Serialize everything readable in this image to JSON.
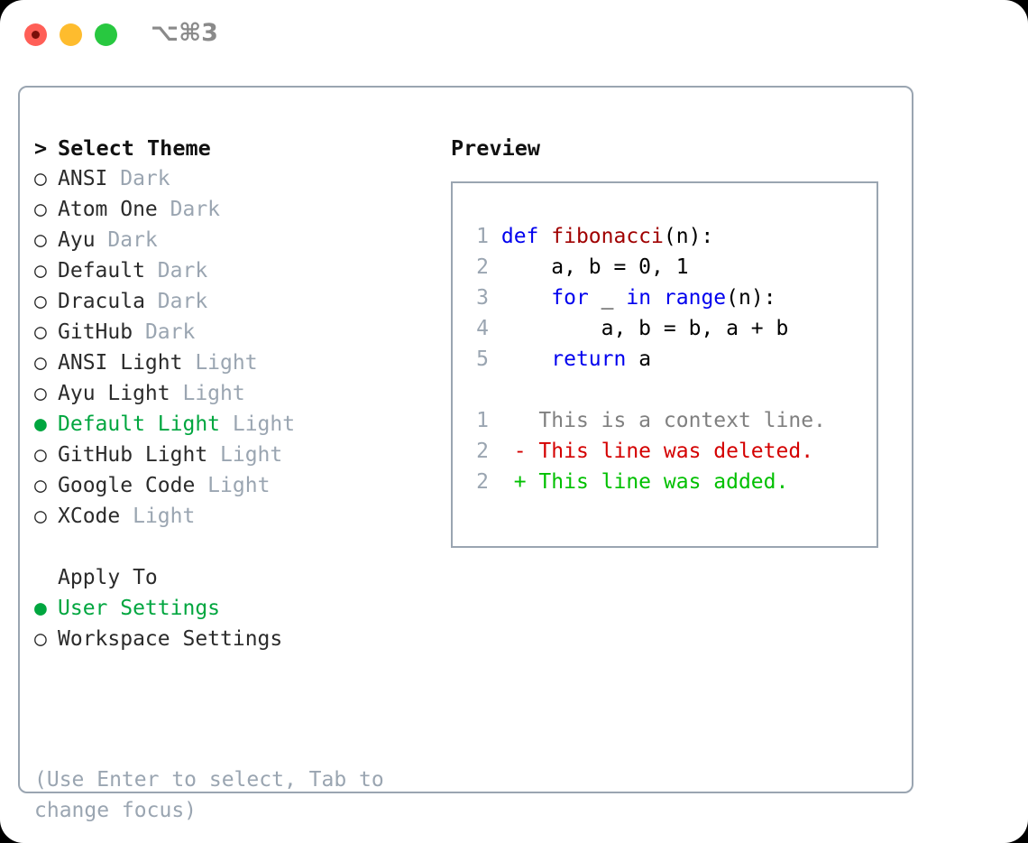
{
  "window": {
    "title": "⌥⌘3",
    "controls": [
      {
        "name": "close",
        "color": "#ff5f57"
      },
      {
        "name": "minimize",
        "color": "#febc2e"
      },
      {
        "name": "maximize",
        "color": "#28c840"
      }
    ]
  },
  "theme_panel": {
    "header_marker": ">",
    "header": "Select Theme",
    "markers": {
      "unselected": "○",
      "selected": "●"
    },
    "items": [
      {
        "marker": "○",
        "label": "ANSI",
        "variant": "Dark",
        "selected": false
      },
      {
        "marker": "○",
        "label": "Atom One",
        "variant": "Dark",
        "selected": false
      },
      {
        "marker": "○",
        "label": "Ayu",
        "variant": "Dark",
        "selected": false
      },
      {
        "marker": "○",
        "label": "Default",
        "variant": "Dark",
        "selected": false
      },
      {
        "marker": "○",
        "label": "Dracula",
        "variant": "Dark",
        "selected": false
      },
      {
        "marker": "○",
        "label": "GitHub",
        "variant": "Dark",
        "selected": false
      },
      {
        "marker": "○",
        "label": "ANSI Light",
        "variant": "Light",
        "selected": false
      },
      {
        "marker": "○",
        "label": "Ayu Light",
        "variant": "Light",
        "selected": false
      },
      {
        "marker": "●",
        "label": "Default Light",
        "variant": "Light",
        "selected": true
      },
      {
        "marker": "○",
        "label": "GitHub Light",
        "variant": "Light",
        "selected": false
      },
      {
        "marker": "○",
        "label": "Google Code",
        "variant": "Light",
        "selected": false
      },
      {
        "marker": "○",
        "label": "XCode",
        "variant": "Light",
        "selected": false
      }
    ]
  },
  "apply_to": {
    "header": "Apply To",
    "items": [
      {
        "marker": "●",
        "label": "User Settings",
        "selected": true
      },
      {
        "marker": "○",
        "label": "Workspace Settings",
        "selected": false
      }
    ]
  },
  "hint": "(Use Enter to select, Tab to change focus)",
  "preview": {
    "title": "Preview",
    "code_lines": [
      {
        "num": "1",
        "tokens": [
          {
            "t": "def ",
            "c": "kw"
          },
          {
            "t": "fibonacci",
            "c": "fn"
          },
          {
            "t": "(n):",
            "c": "pln"
          }
        ]
      },
      {
        "num": "2",
        "tokens": [
          {
            "t": "    a, b = 0, 1",
            "c": "pln"
          }
        ]
      },
      {
        "num": "3",
        "tokens": [
          {
            "t": "    ",
            "c": "pln"
          },
          {
            "t": "for",
            "c": "kw"
          },
          {
            "t": " _ ",
            "c": "pln"
          },
          {
            "t": "in",
            "c": "kw"
          },
          {
            "t": " ",
            "c": "pln"
          },
          {
            "t": "range",
            "c": "kw"
          },
          {
            "t": "(n):",
            "c": "pln"
          }
        ]
      },
      {
        "num": "4",
        "tokens": [
          {
            "t": "        a, b = b, a + b",
            "c": "pln"
          }
        ]
      },
      {
        "num": "5",
        "tokens": [
          {
            "t": "    ",
            "c": "pln"
          },
          {
            "t": "return",
            "c": "kw"
          },
          {
            "t": " a",
            "c": "pln"
          }
        ]
      }
    ],
    "diff_lines": [
      {
        "num": "1",
        "sign": "  ",
        "text": "This is a context line.",
        "c": "ctx"
      },
      {
        "num": "2",
        "sign": "- ",
        "text": "This line was deleted.",
        "c": "del"
      },
      {
        "num": "2",
        "sign": "+ ",
        "text": "This line was added.",
        "c": "add"
      }
    ]
  },
  "colors": {
    "selected_green": "#00a63f",
    "dim_gray": "#9aa5b1",
    "keyword_blue": "#0000ee",
    "function_red": "#a00000",
    "diff_delete_red": "#d40000",
    "diff_add_green": "#00c000",
    "border": "#9aa5b1"
  }
}
